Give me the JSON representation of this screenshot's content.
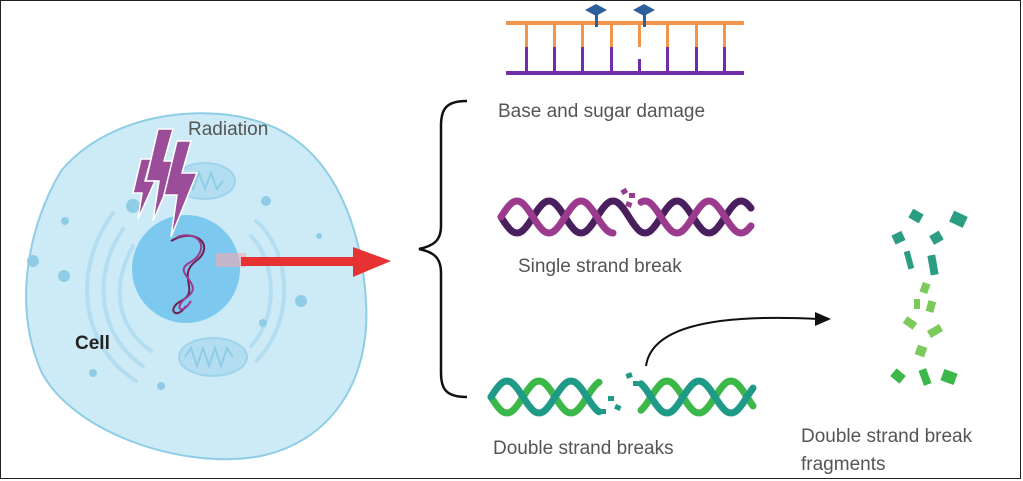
{
  "labels": {
    "radiation": "Radiation",
    "cell": "Cell",
    "base_sugar": "Base and sugar damage",
    "single_strand": "Single strand break",
    "double_strand": "Double strand breaks",
    "fragments_line1": "Double strand break",
    "fragments_line2": "fragments"
  },
  "colors": {
    "cell_fill": "#cdebf7",
    "cell_stroke": "#8fcde6",
    "nucleus": "#7cc8ef",
    "lightning": "#9b4d9a",
    "arrow_red": "#e63232",
    "dna_orange": "#f0954a",
    "dna_purple": "#6f2da8",
    "lesion_blue": "#2f5f9b",
    "ssb_dark": "#4a1f5e",
    "ssb_magenta": "#9b3a8e",
    "dsb_green": "#3cb84a",
    "dsb_teal": "#1e9a86",
    "fragment_teal": "#2a9d83",
    "fragment_green": "#7cc95c"
  }
}
